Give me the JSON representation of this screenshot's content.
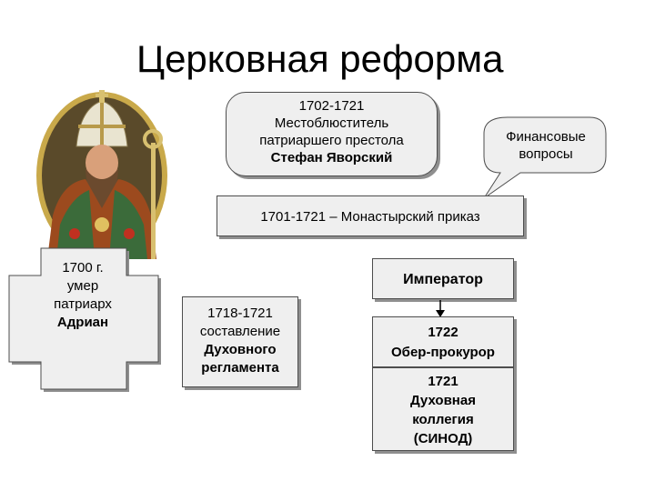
{
  "title": "Церковная реформа",
  "portrait_alt": "portrait of Stefan Yavorsky",
  "stefan": {
    "years": "1702-1721",
    "line1": "Местоблюститель",
    "line2": "патриаршего престола",
    "name": "Стефан Яворский"
  },
  "finance": {
    "line1": "Финансовые",
    "line2": "вопросы"
  },
  "prikaz": "1701-1721 – Монастырский приказ",
  "adrian": {
    "line1": "1700 г.",
    "line2": "умер",
    "line3": "патриарх",
    "name": "Адриан"
  },
  "reglament": {
    "line1": "1718-1721",
    "line2": "составление",
    "line3": "Духовного",
    "line4": "регламента"
  },
  "emperor": "Император",
  "ober": {
    "year": "1722",
    "label": "Обер-прокурор"
  },
  "synod": {
    "year": "1721",
    "line1": "Духовная",
    "line2": "коллегия",
    "line3": "(СИНОД)"
  }
}
